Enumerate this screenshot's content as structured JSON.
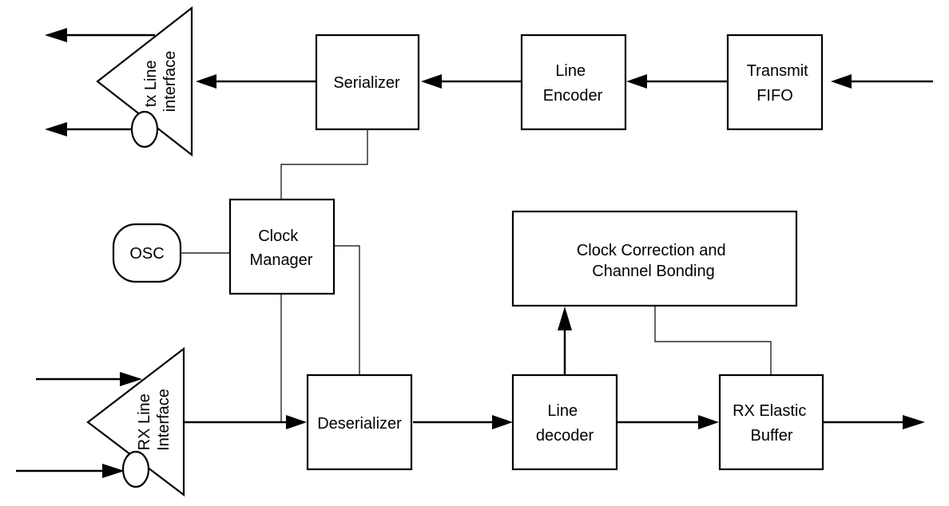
{
  "blocks": {
    "transmit_fifo": [
      "Transmit",
      "FIFO"
    ],
    "line_encoder": [
      "Line",
      "Encoder"
    ],
    "serializer": [
      "Serializer"
    ],
    "tx_line_interface": [
      "tx Line",
      "interface"
    ],
    "clock_manager": [
      "Clock",
      "Manager"
    ],
    "osc": [
      "OSC"
    ],
    "clock_correction": [
      "Clock Correction and",
      "Channel Bonding"
    ],
    "rx_line_interface": [
      "RX Line",
      "Interface"
    ],
    "deserializer": [
      "Deserializer"
    ],
    "line_decoder": [
      "Line",
      "decoder"
    ],
    "rx_elastic_buffer": [
      "RX Elastic",
      "Buffer"
    ]
  },
  "colors": {
    "stroke": "#000000",
    "background": "#ffffff"
  }
}
